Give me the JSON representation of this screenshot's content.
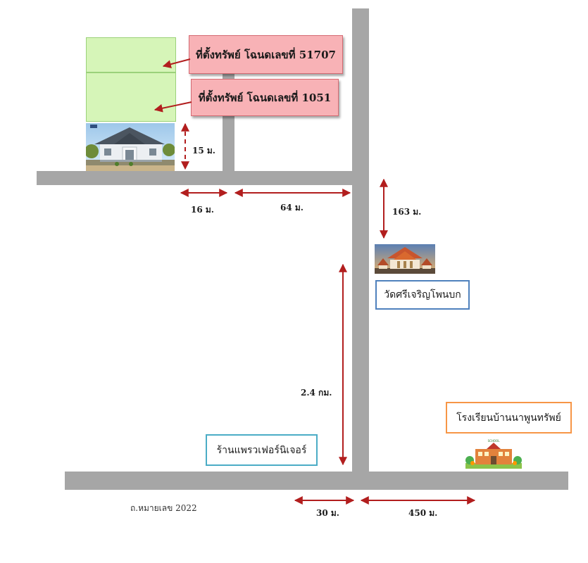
{
  "callouts": {
    "deed_51707": "ที่ตั้งทรัพย์ โฉนดเลขที่ 51707",
    "deed_1051": "ที่ตั้งทรัพย์ โฉนดเลขที่ 1051"
  },
  "distances": {
    "house_to_road": "15 ม.",
    "side_road": "16 ม.",
    "to_junction": "64 ม.",
    "to_temple": "163 ม.",
    "main_road": "2.4 กม.",
    "left_of_junction": "30 ม.",
    "to_school": "450 ม."
  },
  "landmarks": {
    "temple": "วัดศรีเจริญโพนบก",
    "school": "โรงเรียนบ้านนาพูนทรัพย์",
    "school_sign": "SCHOOL",
    "furniture_store": "ร้านแพรวเฟอร์นิเจอร์"
  },
  "road_name": "ถ.หมายเลข 2022",
  "colors": {
    "road": "#a6a6a6",
    "arrow": "#b21e1e",
    "plot_fill": "#d6f5b8",
    "callout_fill": "#f8b2b6",
    "temple_border": "#4f81bd",
    "store_border": "#4bacc6",
    "school_border": "#f79646"
  },
  "icons": [
    "house-photo",
    "temple-photo",
    "school-illustration"
  ]
}
